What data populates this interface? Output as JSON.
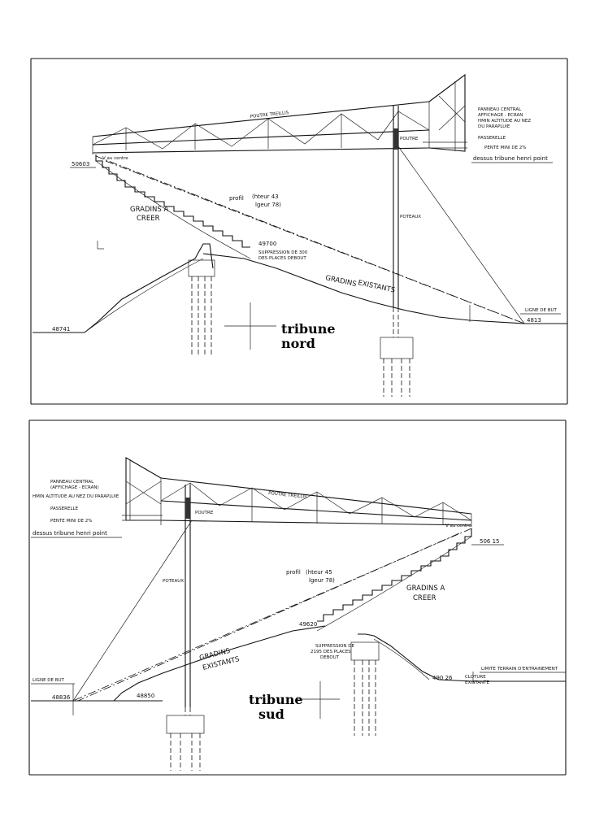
{
  "north": {
    "title_line1": "tribune",
    "title_line2": "nord",
    "panneau_central": "PANNEAU CENTRAL",
    "affichage_ecran": "AFFICHAGE - ECRAN",
    "hmin_altitude": "HMIN ALTITUDE AU NEZ",
    "du_parapluie": "DU PARAPLUIE",
    "passerelle": "PASSERELLE",
    "pente_mini": "PENTE MINI DE 2%",
    "dessus_tribune": "dessus tribune henri point",
    "poutre_treillis": "POUTRE TREILLIS",
    "poutre": "POUTRE",
    "poteaux": "POTEAUX",
    "level_top": "50603",
    "v_au_centre": "V au centre",
    "profil": "profil",
    "hauteur": "(hteur 43",
    "largeur": "lgeur 78)",
    "gradins_a": "GRADINS A",
    "creer": "CREER",
    "level_mid": "49700",
    "suppression_1": "SUPPRESSION DE 300",
    "suppression_2": "DES PLACES DEBOUT",
    "gradins_existants_1": "GRADINS",
    "gradins_existants_2": "EXISTANTS",
    "ligne_de_but": "LIGNE DE BUT",
    "level_right": "4813",
    "level_left": "48741"
  },
  "south": {
    "title_line1": "tribune",
    "title_line2": "sud",
    "panneau_central": "PANNEAU CENTRAL",
    "affichage_ecran": "(AFFICHAGE - ECRAN)",
    "hmin_altitude": "HMIN ALTITUDE AU NEZ DU PARAPLUIE",
    "passerelle": "PASSERELLE",
    "pente_mini": "PENTE MINI DE 2%",
    "dessus_tribune": "dessus tribune henri point",
    "poutre_treillis": "POUTRE TREILLIS",
    "poutre": "POUTRE",
    "poteaux": "POTEAUX",
    "v_au_centre": "V au centre",
    "level_top": "506 15",
    "profil": "profil",
    "hauteur": "(hteur 45",
    "largeur": "lgeur 78)",
    "gradins_a": "GRADINS A",
    "creer": "CREER",
    "level_mid": "49620",
    "suppression_1": "SUPPRESSION DE",
    "suppression_2": "2195 DES PLACES",
    "suppression_3": "DEBOUT",
    "gradins_existants_1": "GRADINS",
    "gradins_existants_2": "EXISTANTS",
    "ligne_de_but": "LIGNE DE BUT",
    "level_left": "48836",
    "level_left2": "48850",
    "level_right": "490 26",
    "cloture_1": "CLOTURE",
    "cloture_2": "EXISTANTE",
    "limite_terrain": "LIMITE TERRAIN D'ENTRAINEMENT"
  }
}
